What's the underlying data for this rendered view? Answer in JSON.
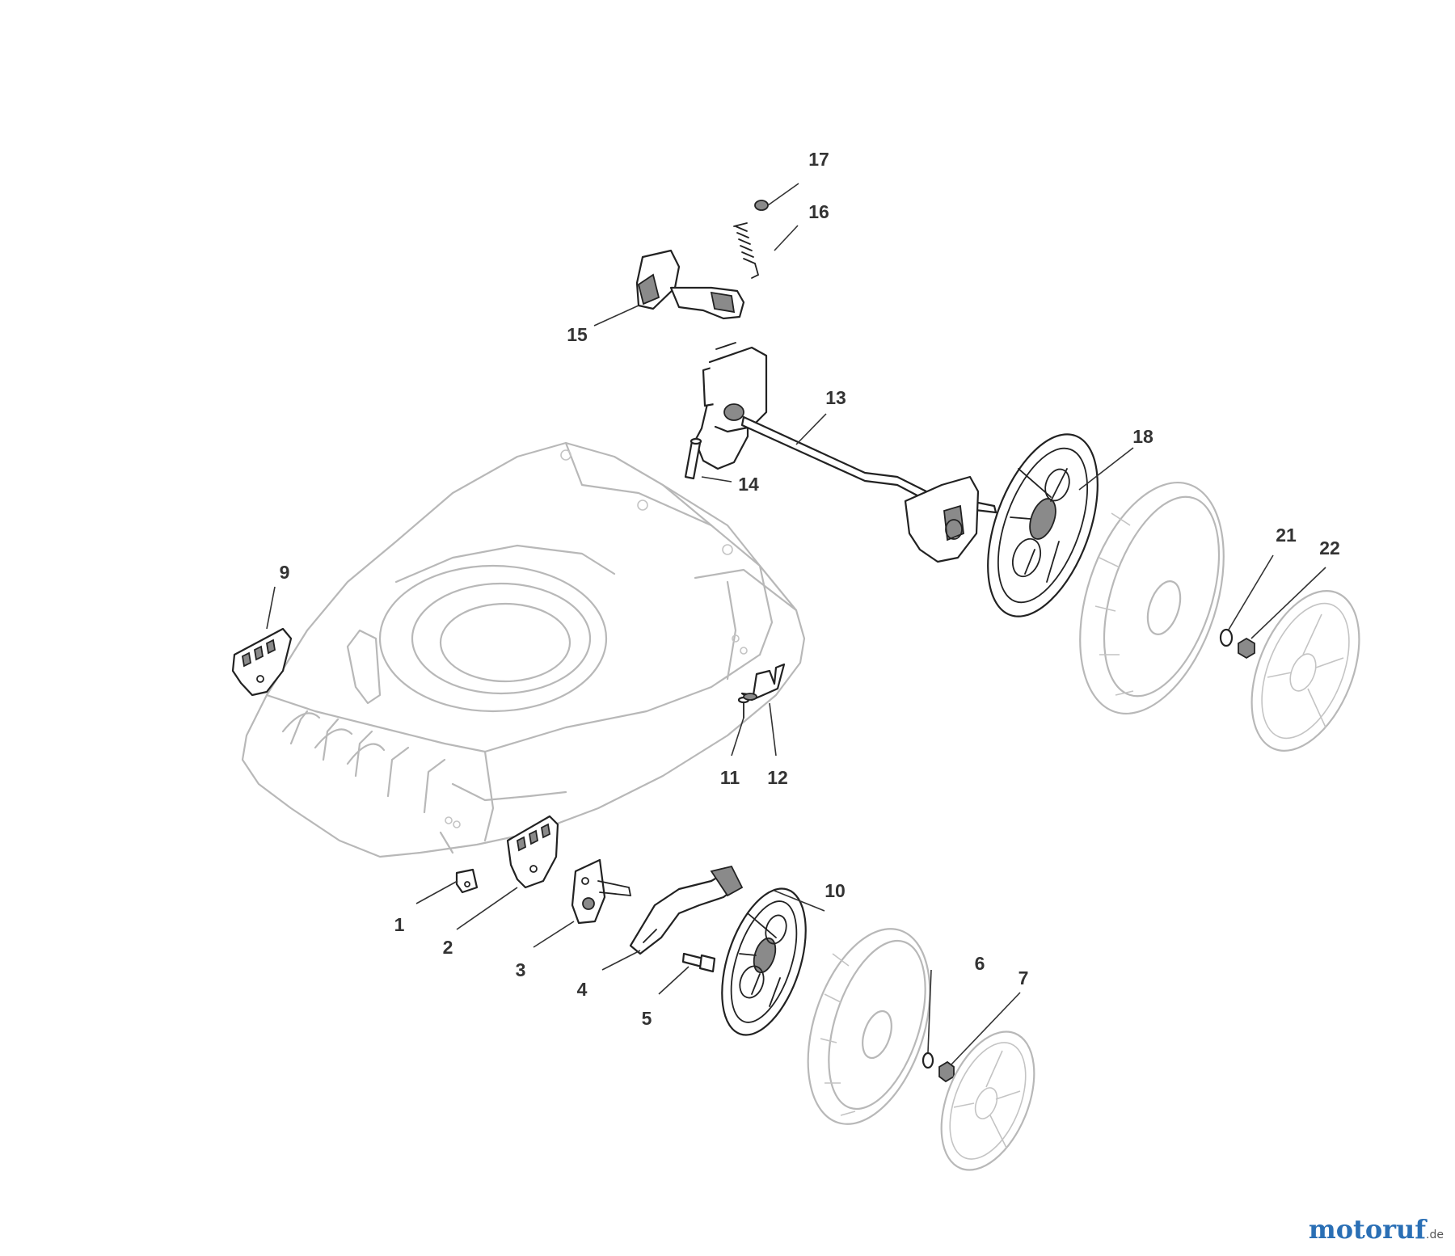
{
  "diagram": {
    "callouts": [
      {
        "id": "1",
        "label": "1"
      },
      {
        "id": "2",
        "label": "2"
      },
      {
        "id": "3",
        "label": "3"
      },
      {
        "id": "4",
        "label": "4"
      },
      {
        "id": "5",
        "label": "5"
      },
      {
        "id": "6",
        "label": "6"
      },
      {
        "id": "7",
        "label": "7"
      },
      {
        "id": "9",
        "label": "9"
      },
      {
        "id": "10",
        "label": "10"
      },
      {
        "id": "11",
        "label": "11"
      },
      {
        "id": "12",
        "label": "12"
      },
      {
        "id": "13",
        "label": "13"
      },
      {
        "id": "14",
        "label": "14"
      },
      {
        "id": "15",
        "label": "15"
      },
      {
        "id": "16",
        "label": "16"
      },
      {
        "id": "17",
        "label": "17"
      },
      {
        "id": "18",
        "label": "18"
      },
      {
        "id": "21",
        "label": "21"
      },
      {
        "id": "22",
        "label": "22"
      }
    ]
  },
  "watermark": {
    "text": "motoruf",
    "tld": ".de"
  },
  "colors": {
    "line": "#222222",
    "ghost": "#b8b8b8",
    "label": "#333333"
  }
}
